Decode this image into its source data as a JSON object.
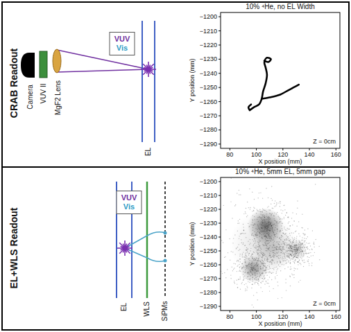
{
  "diagram": {
    "nodes": [
      {
        "text": [
          "VUV",
          "Vis"
        ]
      },
      {
        "text": [
          "VUV",
          "Vis"
        ]
      }
    ],
    "labels": [
      "CRAB Readout",
      "Camera",
      "VUV II",
      "MgF2 Lens",
      "EL",
      "10% ⁴He, no EL Width",
      "−1200",
      "−1210",
      "−1220",
      "−1230",
      "−1240",
      "−1250",
      "−1260",
      "−1270",
      "−1280",
      "−1290",
      "80",
      "100",
      "120",
      "140",
      "160",
      "X position (mm)",
      "Y position (mm)",
      "Z = 0cm",
      "EL+WLS Readout",
      "EL",
      "WLS",
      "SiPMs",
      "10% ⁴He, 5mm EL, 5mm gap",
      "−1200",
      "−1210",
      "−1220",
      "−1230",
      "−1240",
      "−1250",
      "−1260",
      "−1270",
      "−1280",
      "−1290",
      "80",
      "100",
      "120",
      "140",
      "160",
      "X position (mm)",
      "Y position (mm)",
      "Z = 0cm"
    ]
  }
}
